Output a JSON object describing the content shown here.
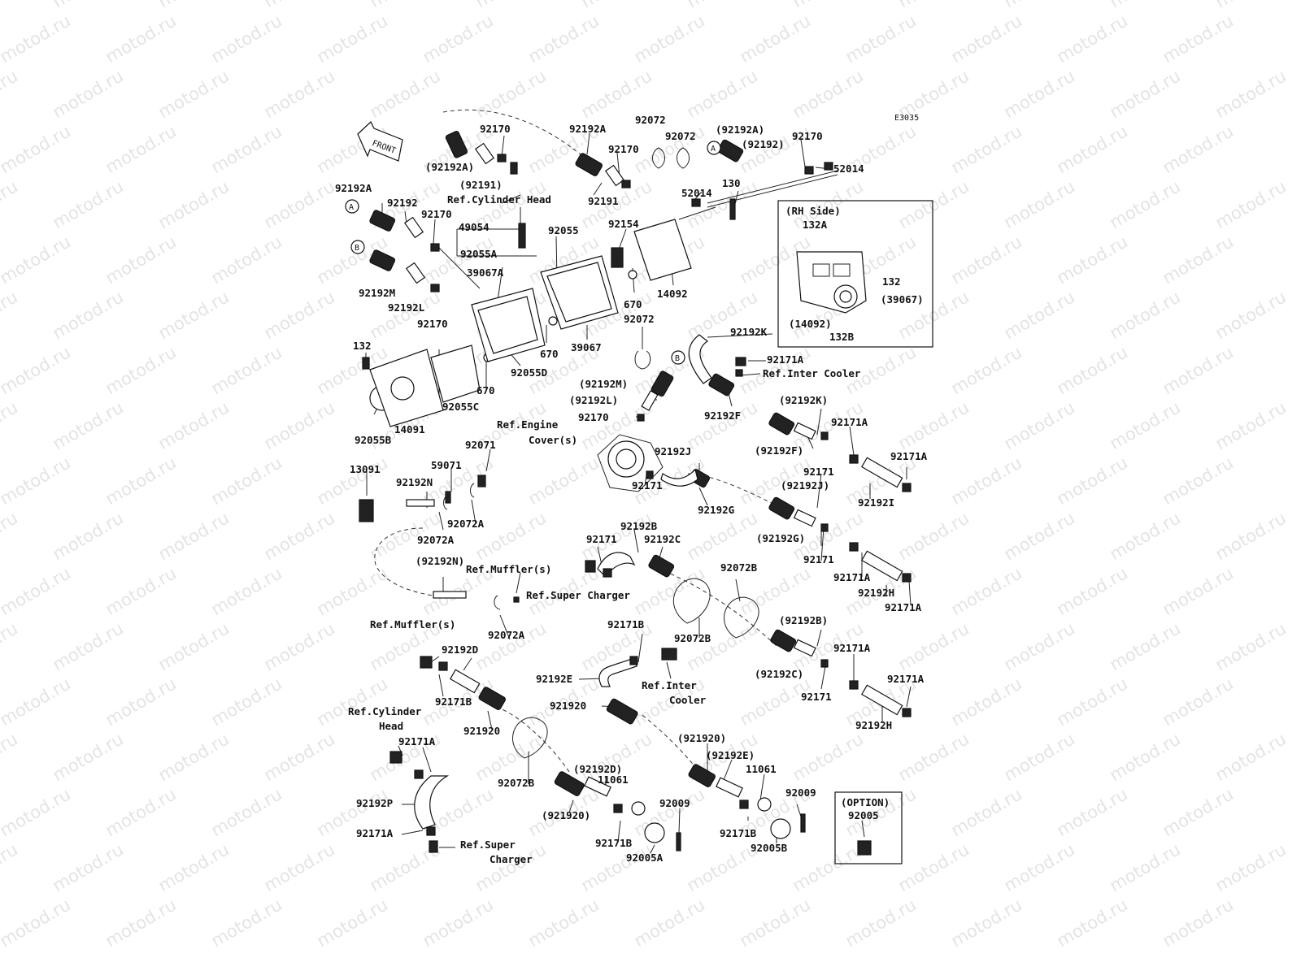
{
  "watermark": {
    "text": "motod.ru"
  },
  "diagram_code": "E3035",
  "front_label": "FRONT",
  "rh_side_title": "(RH Side)",
  "option_title": "(OPTION)",
  "option_part": "92005",
  "callouts": {
    "a": "A",
    "b": "B"
  },
  "labels": [
    {
      "id": "l1",
      "text": "92170"
    },
    {
      "id": "l2",
      "text": "92192A"
    },
    {
      "id": "l3",
      "text": "92072"
    },
    {
      "id": "l4",
      "text": "92072"
    },
    {
      "id": "l5",
      "text": "(92192A)"
    },
    {
      "id": "l6",
      "text": "92170"
    },
    {
      "id": "l7",
      "text": "(92192)"
    },
    {
      "id": "l8",
      "text": "52014"
    },
    {
      "id": "l9",
      "text": "(92192A)"
    },
    {
      "id": "l10",
      "text": "(92191)"
    },
    {
      "id": "l11",
      "text": "Ref.Cylinder Head"
    },
    {
      "id": "l12",
      "text": "92170"
    },
    {
      "id": "l13",
      "text": "92191"
    },
    {
      "id": "l14",
      "text": "52014"
    },
    {
      "id": "l15",
      "text": "130"
    },
    {
      "id": "l16",
      "text": "92192A"
    },
    {
      "id": "l17",
      "text": "92192"
    },
    {
      "id": "l18",
      "text": "92170"
    },
    {
      "id": "l19",
      "text": "49054"
    },
    {
      "id": "l20",
      "text": "92055"
    },
    {
      "id": "l21",
      "text": "92154"
    },
    {
      "id": "l22",
      "text": "92055A"
    },
    {
      "id": "l23",
      "text": "39067A"
    },
    {
      "id": "l24",
      "text": "92192M"
    },
    {
      "id": "l25",
      "text": "92192L"
    },
    {
      "id": "l26",
      "text": "92170"
    },
    {
      "id": "l27",
      "text": "670"
    },
    {
      "id": "l28",
      "text": "14092"
    },
    {
      "id": "l29",
      "text": "92072"
    },
    {
      "id": "l30",
      "text": "670"
    },
    {
      "id": "l31",
      "text": "39067"
    },
    {
      "id": "l32",
      "text": "132"
    },
    {
      "id": "l33",
      "text": "92055D"
    },
    {
      "id": "l34",
      "text": "670"
    },
    {
      "id": "l35",
      "text": "92055C"
    },
    {
      "id": "l36",
      "text": "92055B"
    },
    {
      "id": "l37",
      "text": "14091"
    },
    {
      "id": "l38",
      "text": "132A"
    },
    {
      "id": "l39",
      "text": "132"
    },
    {
      "id": "l40",
      "text": "(39067)"
    },
    {
      "id": "l41",
      "text": "(14092)"
    },
    {
      "id": "l42",
      "text": "132B"
    },
    {
      "id": "l43",
      "text": "92192K"
    },
    {
      "id": "l44",
      "text": "92171A"
    },
    {
      "id": "l45",
      "text": "Ref.Inter Cooler"
    },
    {
      "id": "l46",
      "text": "(92192M)"
    },
    {
      "id": "l47",
      "text": "(92192L)"
    },
    {
      "id": "l48",
      "text": "92170"
    },
    {
      "id": "l49",
      "text": "92192F"
    },
    {
      "id": "l50",
      "text": "(92192K)"
    },
    {
      "id": "l51",
      "text": "Ref.Engine"
    },
    {
      "id": "l52",
      "text": "Cover(s)"
    },
    {
      "id": "l53",
      "text": "92171A"
    },
    {
      "id": "l54",
      "text": "92071"
    },
    {
      "id": "l55",
      "text": "(92192F)"
    },
    {
      "id": "l56",
      "text": "92171A"
    },
    {
      "id": "l57",
      "text": "92192J"
    },
    {
      "id": "l58",
      "text": "92171"
    },
    {
      "id": "l59",
      "text": "13091"
    },
    {
      "id": "l60",
      "text": "59071"
    },
    {
      "id": "l61",
      "text": "92192N"
    },
    {
      "id": "l62",
      "text": "(92192J)"
    },
    {
      "id": "l63",
      "text": "92192I"
    },
    {
      "id": "l64",
      "text": "92171"
    },
    {
      "id": "l65",
      "text": "92192G"
    },
    {
      "id": "l66",
      "text": "92072A"
    },
    {
      "id": "l67",
      "text": "92072A"
    },
    {
      "id": "l68",
      "text": "92192B"
    },
    {
      "id": "l69",
      "text": "92171"
    },
    {
      "id": "l70",
      "text": "92192C"
    },
    {
      "id": "l71",
      "text": "(92192G)"
    },
    {
      "id": "l72",
      "text": "92171"
    },
    {
      "id": "l73",
      "text": "(92192N)"
    },
    {
      "id": "l74",
      "text": "Ref.Muffler(s)"
    },
    {
      "id": "l75",
      "text": "92072B"
    },
    {
      "id": "l76",
      "text": "92171A"
    },
    {
      "id": "l77",
      "text": "Ref.Super Charger"
    },
    {
      "id": "l78",
      "text": "92192H"
    },
    {
      "id": "l79",
      "text": "92072A"
    },
    {
      "id": "l80",
      "text": "92171A"
    },
    {
      "id": "l81",
      "text": "Ref.Muffler(s)"
    },
    {
      "id": "l82",
      "text": "92072B"
    },
    {
      "id": "l83",
      "text": "92171B"
    },
    {
      "id": "l84",
      "text": "(92192B)"
    },
    {
      "id": "l85",
      "text": "92192D"
    },
    {
      "id": "l86",
      "text": "92171A"
    },
    {
      "id": "l87",
      "text": "92192E"
    },
    {
      "id": "l88",
      "text": "Ref.Inter"
    },
    {
      "id": "l89",
      "text": "Cooler"
    },
    {
      "id": "l90",
      "text": "(92192C)"
    },
    {
      "id": "l91",
      "text": "92171A"
    },
    {
      "id": "l92",
      "text": "92171B"
    },
    {
      "id": "l93",
      "text": "921920"
    },
    {
      "id": "l94",
      "text": "92171"
    },
    {
      "id": "l95",
      "text": "Ref.Cylinder"
    },
    {
      "id": "l96",
      "text": "Head"
    },
    {
      "id": "l97",
      "text": "921920"
    },
    {
      "id": "l98",
      "text": "92192H"
    },
    {
      "id": "l99",
      "text": "92171A"
    },
    {
      "id": "l100",
      "text": "(921920)"
    },
    {
      "id": "l101",
      "text": "(92192E)"
    },
    {
      "id": "l102",
      "text": "(92192D)"
    },
    {
      "id": "l103",
      "text": "11061"
    },
    {
      "id": "l104",
      "text": "11061"
    },
    {
      "id": "l105",
      "text": "92072B"
    },
    {
      "id": "l106",
      "text": "92192P"
    },
    {
      "id": "l107",
      "text": "92009"
    },
    {
      "id": "l108",
      "text": "92009"
    },
    {
      "id": "l109",
      "text": "(921920)"
    },
    {
      "id": "l110",
      "text": "92171A"
    },
    {
      "id": "l111",
      "text": "92171B"
    },
    {
      "id": "l112",
      "text": "92005A"
    },
    {
      "id": "l113",
      "text": "92171B"
    },
    {
      "id": "l114",
      "text": "92005B"
    },
    {
      "id": "l115",
      "text": "Ref.Super"
    },
    {
      "id": "l116",
      "text": "Charger"
    }
  ]
}
